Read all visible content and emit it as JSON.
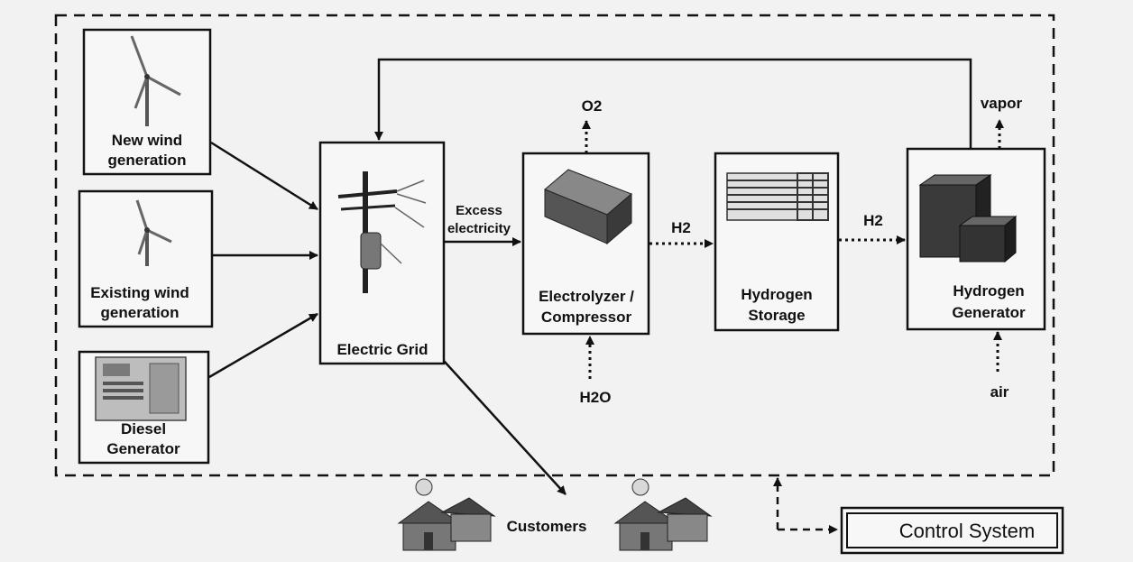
{
  "nodes": {
    "new_wind": [
      "New wind",
      "generation"
    ],
    "existing_wind": [
      "Existing wind",
      "generation"
    ],
    "diesel": [
      "Diesel",
      "Generator"
    ],
    "grid": [
      "Electric Grid"
    ],
    "electrolyzer": [
      "Electrolyzer /",
      "Compressor"
    ],
    "storage": [
      "Hydrogen",
      "Storage"
    ],
    "generator": [
      "Hydrogen",
      "Generator"
    ],
    "control": [
      "Control System"
    ],
    "customers": [
      "Customers"
    ]
  },
  "edge_labels": {
    "excess": [
      "Excess",
      "electricity"
    ],
    "h2_a": "H2",
    "h2_b": "H2",
    "o2": "O2",
    "h2o": "H2O",
    "vapor": "vapor",
    "air": "air"
  },
  "colors": {
    "line": "#111111",
    "box_fill": "#f7f7f7",
    "background": "#f2f2f2"
  }
}
